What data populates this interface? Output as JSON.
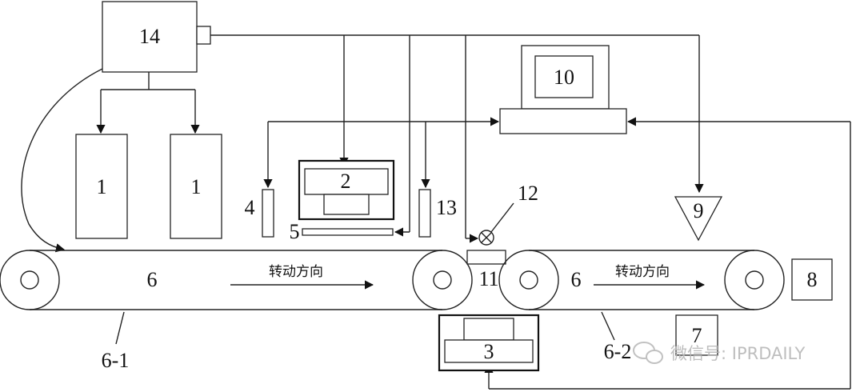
{
  "labels": {
    "c14": "14",
    "c1a": "1",
    "c1b": "1",
    "c2": "2",
    "c3": "3",
    "c4": "4",
    "c5": "5",
    "c6a": "6",
    "c6b": "6",
    "c61": "6-1",
    "c62": "6-2",
    "c7": "7",
    "c8": "8",
    "c9": "9",
    "c10": "10",
    "c11": "11",
    "c12": "12",
    "c13": "13"
  },
  "direction_text_left": "转动方向",
  "direction_text_right": "转动方向",
  "watermark": "微信号: IPRDAILY",
  "colors": {
    "line": "#222222",
    "background": "#ffffff",
    "watermark": "#b8b8b8"
  }
}
